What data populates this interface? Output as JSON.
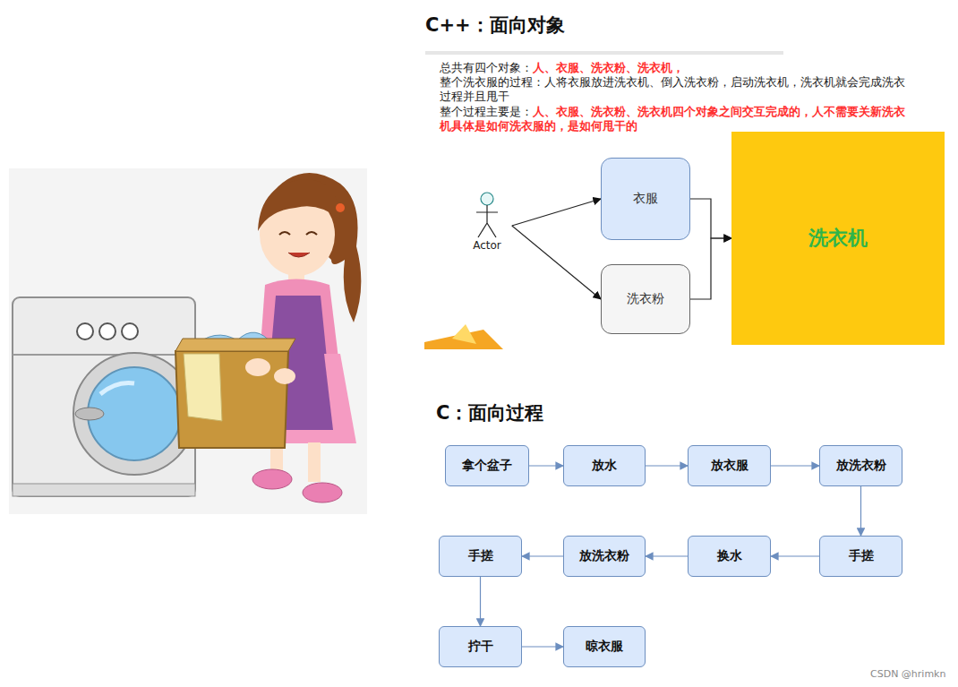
{
  "diagram": {
    "nodes": [
      {
        "text": [
          "Actor"
        ]
      },
      {
        "text": [
          "衣服"
        ]
      },
      {
        "text": [
          "洗衣粉"
        ]
      },
      {
        "text": [
          "洗衣机"
        ]
      },
      {
        "text": [
          "拿个盆子"
        ]
      },
      {
        "text": [
          "放水"
        ]
      },
      {
        "text": [
          "放衣服"
        ]
      },
      {
        "text": [
          "放洗衣粉"
        ]
      },
      {
        "text": [
          "手搓"
        ]
      },
      {
        "text": [
          "换水"
        ]
      },
      {
        "text": [
          "放洗衣粉"
        ]
      },
      {
        "text": [
          "手搓"
        ]
      },
      {
        "text": [
          "拧干"
        ]
      },
      {
        "text": [
          "晾衣服"
        ]
      }
    ],
    "edges": [
      {
        "from": 0,
        "to": 1,
        "arrow": "to"
      },
      {
        "from": 0,
        "to": 2,
        "arrow": "to"
      },
      {
        "from": 1,
        "to": 3,
        "arrow": "to"
      },
      {
        "from": 2,
        "to": 3,
        "arrow": "to"
      },
      {
        "from": 4,
        "to": 5,
        "arrow": "to"
      },
      {
        "from": 5,
        "to": 6,
        "arrow": "to"
      },
      {
        "from": 6,
        "to": 7,
        "arrow": "to"
      },
      {
        "from": 7,
        "to": 8,
        "arrow": "to"
      },
      {
        "from": 8,
        "to": 9,
        "arrow": "to"
      },
      {
        "from": 9,
        "to": 10,
        "arrow": "to"
      },
      {
        "from": 10,
        "to": 11,
        "arrow": "to"
      },
      {
        "from": 11,
        "to": 12,
        "arrow": "to"
      },
      {
        "from": 12,
        "to": 13,
        "arrow": "to"
      }
    ],
    "labels": [
      "C++：面向对象",
      "总共有四个对象：",
      "人、衣服、洗衣粉、洗衣机，",
      "整个洗衣服的过程：人将衣服放进洗衣机、倒入洗衣粉，启动洗衣机，洗衣机就会完成洗衣过程并且甩干",
      "整个过程主要是：",
      "人、衣服、洗衣粉、洗衣机四个对象之间交互完成的，人不需要关新洗衣机具体是如何洗衣服的，是如何甩干的",
      "C：面向过程",
      "CSDN @hrimkn"
    ]
  }
}
